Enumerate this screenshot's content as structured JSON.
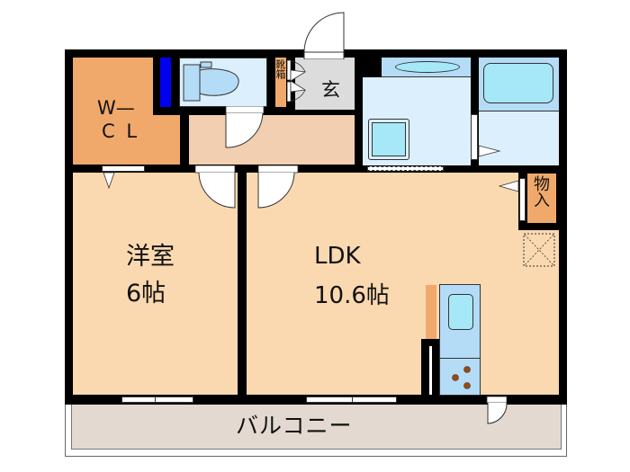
{
  "floorplan": {
    "colors": {
      "wall": "#000000",
      "room_floor": "#fbd9b0",
      "hall_floor": "#f1cfb0",
      "closet": "#f0a96b",
      "wet_area": "#dbeffd",
      "fixture": "#b5dcf7",
      "tub": "#a6e8f8",
      "entrance": "#dcdcdc",
      "balcony": "#e3d9d0",
      "toilet_blue_bar": "#0000ee",
      "stove_burner": "#9a4a10"
    },
    "rooms": {
      "wcl": {
        "line1": "W—",
        "line2": "C L"
      },
      "entrance": {
        "label": "玄"
      },
      "shoe_box": {
        "label": "靴箱"
      },
      "western_room": {
        "name": "洋室",
        "size": "6帖"
      },
      "ldk": {
        "name": "LDK",
        "size": "10.6帖"
      },
      "storage": {
        "label": "物入"
      },
      "balcony": {
        "label": "バルコニー"
      }
    }
  }
}
